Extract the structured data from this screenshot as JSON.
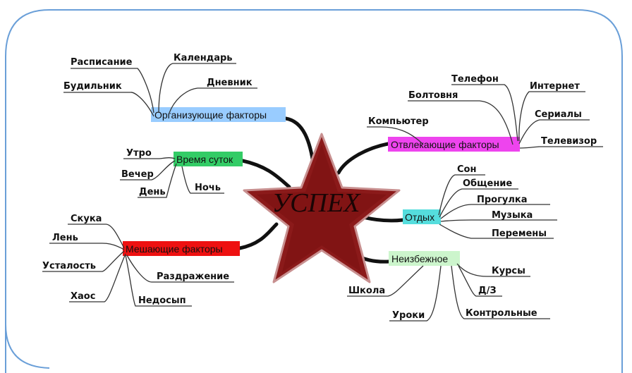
{
  "center": {
    "label": "УСПЕХ"
  },
  "categories": {
    "org": {
      "label": "Организующие факторы",
      "color": "#99ccff",
      "items": [
        "Расписание",
        "Календарь",
        "Будильник",
        "Дневник"
      ]
    },
    "time": {
      "label": "Время суток",
      "color": "#33cc66",
      "items": [
        "Утро",
        "Вечер",
        "День",
        "Ночь"
      ]
    },
    "hind": {
      "label": "Мешающие факторы",
      "color": "#ee1111",
      "items": [
        "Скука",
        "Лень",
        "Усталость",
        "Хаос",
        "Раздражение",
        "Недосып"
      ]
    },
    "dist": {
      "label": "Отвлекающие факторы",
      "color": "#ee44ee",
      "items": [
        "Телефон",
        "Болтовня",
        "Интернет",
        "Компьютер",
        "Сериалы",
        "Телевизор"
      ]
    },
    "rest": {
      "label": "Отдых",
      "color": "#55dddd",
      "items": [
        "Сон",
        "Общение",
        "Прогулка",
        "Музыка",
        "Перемены"
      ]
    },
    "inev": {
      "label": "Неизбежное",
      "color": "#ccf5cc",
      "items": [
        "Курсы",
        "Школа",
        "Д/З",
        "Уроки",
        "Контрольные"
      ]
    }
  },
  "colors": {
    "frame": "#6a9fd8",
    "star_fill": "#8b1a1a",
    "star_edge": "#c89090"
  }
}
